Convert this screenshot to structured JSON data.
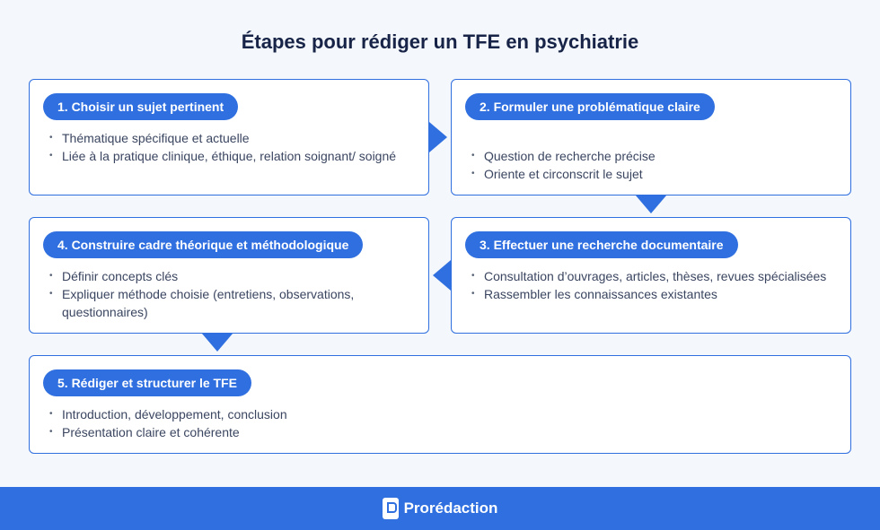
{
  "title": "Étapes pour rédiger un TFE en psychiatrie",
  "steps": [
    {
      "label": "1. Choisir un sujet pertinent",
      "bullets": [
        "Thématique spécifique et actuelle",
        "Liée à la pratique clinique, éthique, relation soignant/ soigné"
      ]
    },
    {
      "label": "2. Formuler une problématique claire",
      "bullets": [
        "Question de recherche précise",
        "Oriente et circonscrit le sujet"
      ]
    },
    {
      "label": "3. Effectuer une recherche documentaire",
      "bullets": [
        "Consultation d’ouvrages, articles, thèses, revues spécialisées",
        "Rassembler les connaissances existantes"
      ]
    },
    {
      "label": "4. Construire cadre théorique et méthodologique",
      "bullets": [
        "Définir concepts clés",
        "Expliquer méthode choisie (entretiens, observations, questionnaires)"
      ]
    },
    {
      "label": "5. Rédiger et structurer le TFE",
      "bullets": [
        "Introduction, développement, conclusion",
        "Présentation claire et cohérente"
      ]
    }
  ],
  "footer": {
    "brand": "Prorédaction",
    "icon": "proredaction-logo-icon"
  },
  "colors": {
    "accent": "#2f6fe0",
    "background": "#f4f7fb",
    "title": "#172447"
  }
}
